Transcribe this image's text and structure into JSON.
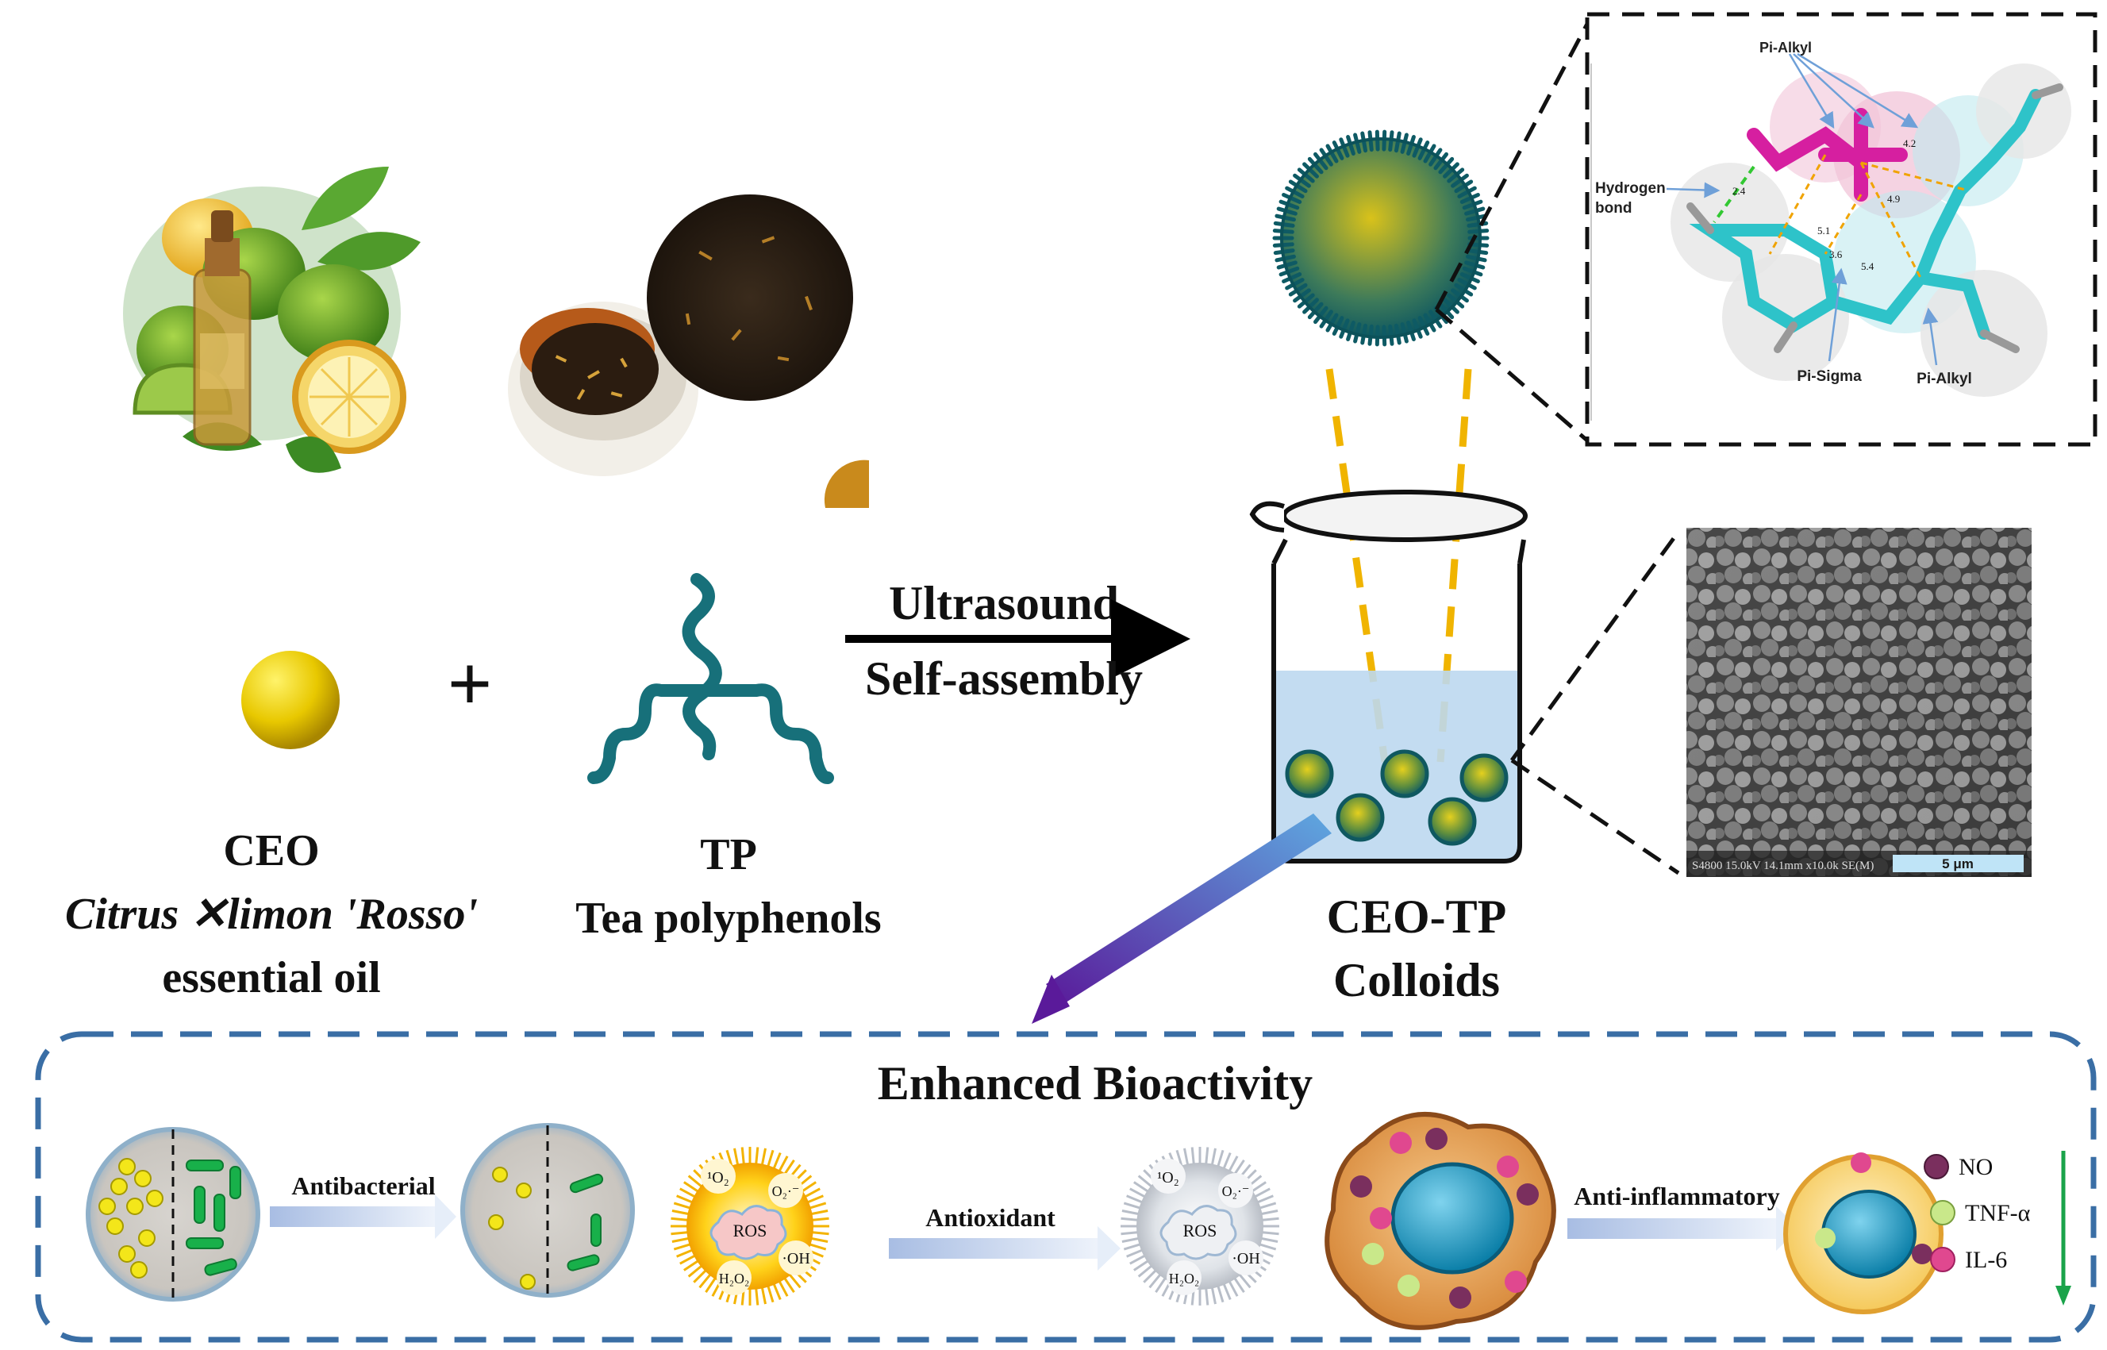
{
  "ceo": {
    "abbr": "CEO",
    "latin": "Citrus ✕limon 'Rosso'",
    "desc": "essential oil"
  },
  "plus": "+",
  "tp": {
    "abbr": "TP",
    "desc": "Tea polyphenols"
  },
  "process": {
    "line1": "Ultrasound",
    "line2": "Self-assembly"
  },
  "product": {
    "line1": "CEO-TP",
    "line2": "Colloids"
  },
  "docking": {
    "pi_alkyl_top": "Pi-Alkyl",
    "hbond_1": "Hydrogen",
    "hbond_2": "bond",
    "pi_sigma": "Pi-Sigma",
    "pi_alkyl_bottom": "Pi-Alkyl",
    "distances": [
      "4.2",
      "2.4",
      "4.9",
      "5.1",
      "3.6",
      "5.4"
    ]
  },
  "sem": {
    "caption": "S4800 15.0kV 14.1mm x10.0k SE(M)",
    "scale": "5 μm"
  },
  "bioactivity": {
    "title": "Enhanced Bioactivity",
    "antibacterial": "Antibacterial",
    "antioxidant": "Antioxidant",
    "anti_inflammatory": "Anti-inflammatory",
    "ros": {
      "center": "ROS",
      "singlet": "¹O₂",
      "superoxide": "O₂·⁻",
      "hydroxyl": "·OH",
      "peroxide": "H₂O₂"
    },
    "legend": [
      {
        "label": "NO",
        "color": "#7a2f5e"
      },
      {
        "label": "TNF-α",
        "color": "#c9e88a"
      },
      {
        "label": "IL-6",
        "color": "#e0488f"
      }
    ]
  },
  "colors": {
    "dashed_box": "#3a6ea5",
    "teal": "#17707a",
    "yellow": "#f2d40c",
    "beaker_liquid": "#bcd8f0",
    "gold_dash": "#f0b400"
  }
}
